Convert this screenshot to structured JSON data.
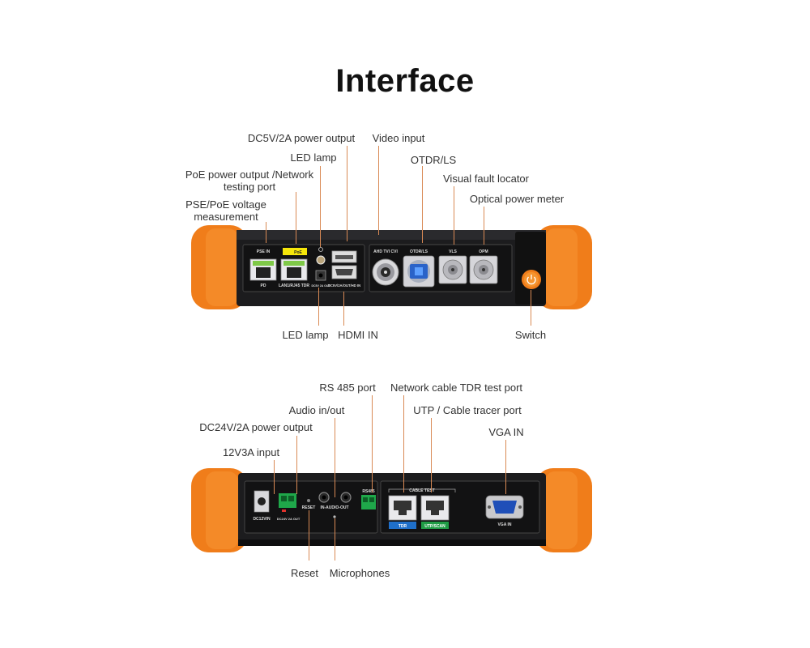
{
  "title": "Interface",
  "top_panel": {
    "callouts": {
      "dc5v_out": "DC5V/2A power output",
      "video_input": "Video input",
      "led_lamp_top": "LED lamp",
      "otdr_ls": "OTDR/LS",
      "poe_output": "PoE power output /Network testing port",
      "vfl": "Visual fault locator",
      "opm": "Optical power meter",
      "pse_poe": "PSE/PoE voltage measurement",
      "led_lamp_bottom": "LED lamp",
      "hdmi_in": "HDMI IN",
      "switch": "Switch"
    },
    "labels": {
      "pse_in": "PSE IN",
      "poe": "PoE",
      "pd": "PD",
      "lan_tdr": "LAN1/RJ45 TDR",
      "dc5v": "DC5V 2A OUT",
      "dc5v_hdmi": "DC5V/2A/OUT/HD IN",
      "ahd": "AHD TVI CVI",
      "otdr": "OTDR/LS",
      "vls": "VLS",
      "opm": "OPM"
    }
  },
  "bottom_panel": {
    "callouts": {
      "rs485": "RS 485 port",
      "tdr_port": "Network cable TDR test port",
      "audio": "Audio in/out",
      "utp": "UTP / Cable tracer port",
      "dc24v": "DC24V/2A power output",
      "vga": "VGA IN",
      "v12_input": "12V3A input",
      "reset": "Reset",
      "mic": "Microphones"
    },
    "labels": {
      "dc12vin": "DC12VIN",
      "dc24v": "DC24V 2A OUT",
      "reset": "RESET",
      "in_audio_out": "IN-AUDIO-OUT",
      "rs485": "RS485",
      "cable_test": "CABLE TEST",
      "tdr": "TDR",
      "utp_scan": "UTP/SCAN",
      "vga_in": "VGA IN"
    }
  },
  "colors": {
    "bumper": "#f07d1a",
    "body": "#1c1c1e",
    "leader": "#d98a55",
    "tdr_badge": "#1f6fc9",
    "utp_badge": "#1f9c45",
    "terminal": "#1fa84a",
    "poe_badge": "#f5e60a"
  }
}
